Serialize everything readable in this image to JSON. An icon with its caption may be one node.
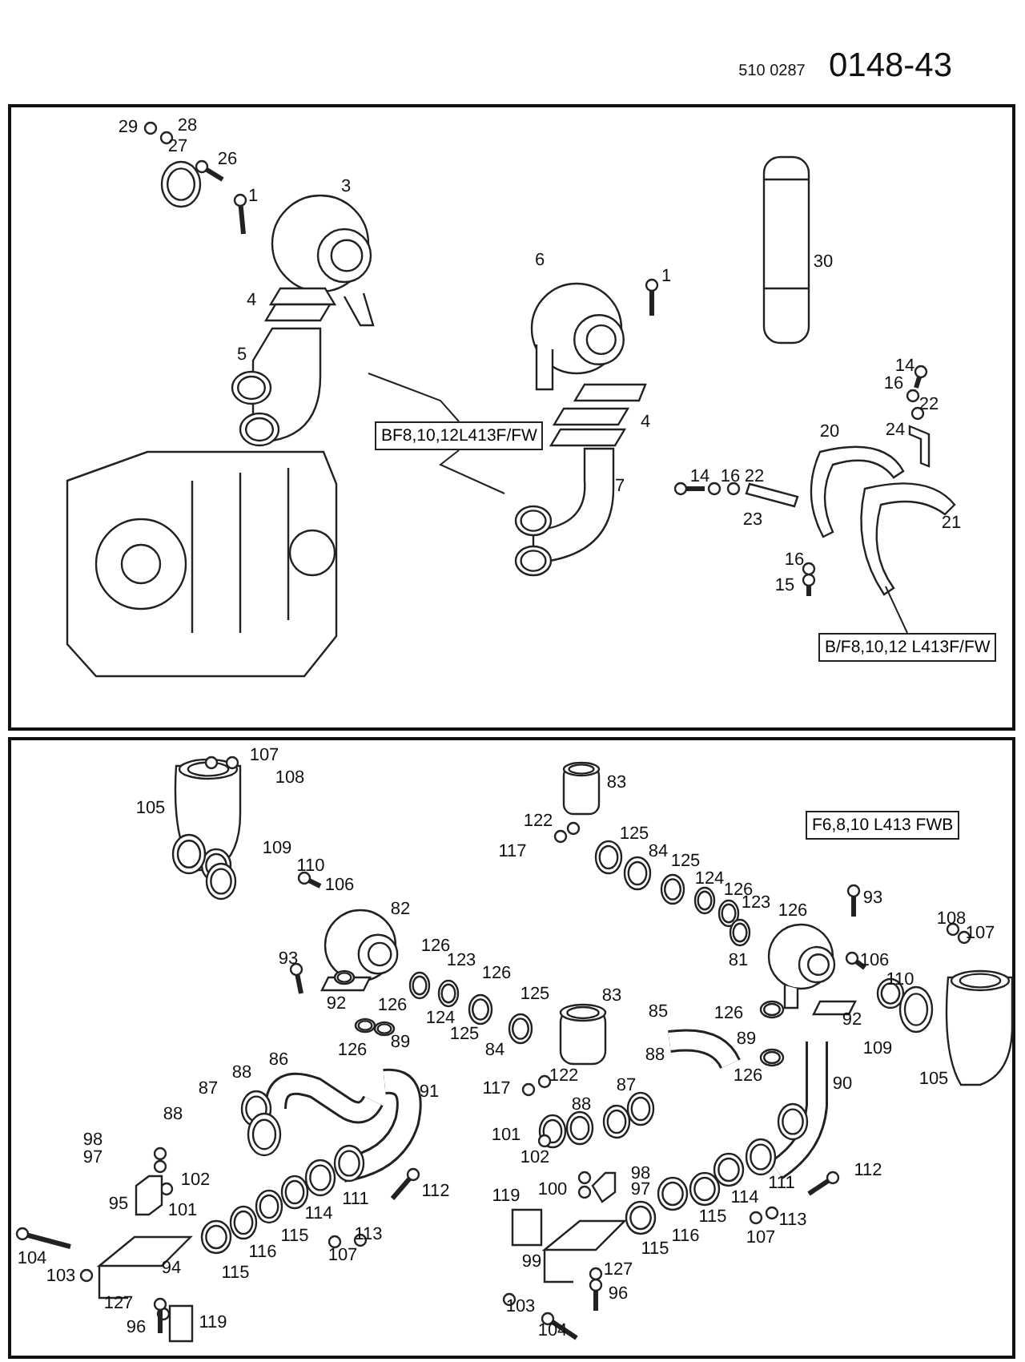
{
  "diagram": {
    "nodes": [
      {
        "text": [
          "BF8,10,12L413F/FW"
        ]
      },
      {
        "text": [
          "B/F8,10,12 L413F/FW"
        ]
      },
      {
        "text": [
          "F6,8,10 L413 FWB"
        ]
      }
    ],
    "edges": [
      {
        "from": 0,
        "to": null,
        "arrow": "none"
      },
      {
        "from": 0,
        "to": null,
        "arrow": "none"
      },
      {
        "from": 1,
        "to": null,
        "arrow": "none"
      }
    ],
    "labels": [
      "510 0287",
      "0148-43",
      "29",
      "28",
      "27",
      "26",
      "1",
      "3",
      "4",
      "5",
      "6",
      "1",
      "30",
      "4",
      "7",
      "14",
      "16",
      "22",
      "23",
      "20",
      "24",
      "14",
      "16",
      "22",
      "21",
      "16",
      "15",
      "105",
      "107",
      "108",
      "109",
      "110",
      "106",
      "82",
      "93",
      "126",
      "123",
      "126",
      "92",
      "126",
      "124",
      "125",
      "84",
      "89",
      "126",
      "86",
      "88",
      "87",
      "91",
      "88",
      "98",
      "97",
      "95",
      "101",
      "102",
      "114",
      "111",
      "112",
      "115",
      "113",
      "104",
      "103",
      "94",
      "115",
      "116",
      "107",
      "127",
      "96",
      "119",
      "83",
      "122",
      "117",
      "125",
      "84",
      "125",
      "124",
      "126",
      "123",
      "126",
      "93",
      "108",
      "107",
      "81",
      "106",
      "110",
      "126",
      "92",
      "89",
      "85",
      "126",
      "125",
      "83",
      "117",
      "122",
      "88",
      "87",
      "90",
      "105",
      "109",
      "88",
      "101",
      "102",
      "98",
      "112",
      "119",
      "100",
      "97",
      "114",
      "111",
      "115",
      "113",
      "116",
      "107",
      "99",
      "115",
      "127",
      "96",
      "103",
      "104"
    ]
  }
}
